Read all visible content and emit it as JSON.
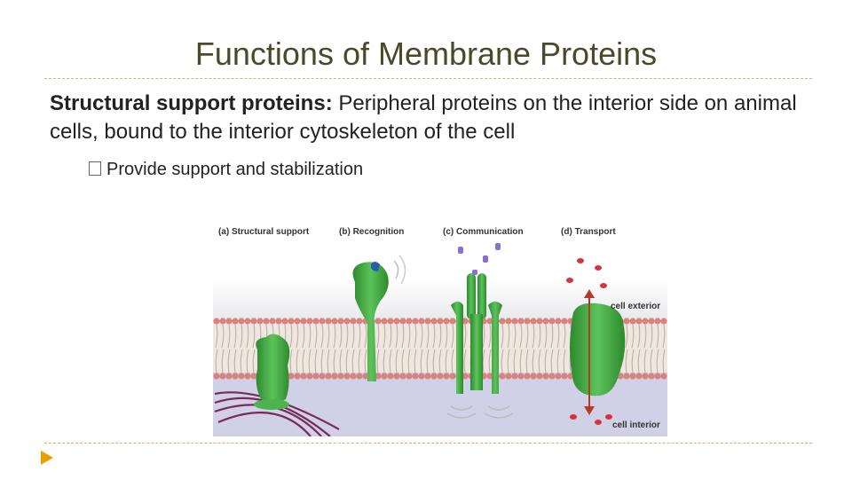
{
  "slide": {
    "title": "Functions of Membrane Proteins",
    "paragraph": {
      "bold_term": "Structural support proteins:",
      "text": " Peripheral proteins on the interior side on animal cells, bound to the interior cytoskeleton of the cell"
    },
    "bullets": [
      {
        "icon": "checkbox-glyph-icon",
        "text": "Provide support and stabilization"
      }
    ]
  },
  "figure": {
    "panel_labels": [
      {
        "letter": "(a)",
        "label": "Structural support"
      },
      {
        "letter": "(b)",
        "label": "Recognition"
      },
      {
        "letter": "(c)",
        "label": "Communication"
      },
      {
        "letter": "(d)",
        "label": "Transport"
      }
    ],
    "cell_exterior_label": "cell exterior",
    "cell_interior_label": "cell interior"
  },
  "colors": {
    "title": "#4a4a2a",
    "rule": "#c8b870",
    "accent_triangle": "#e7a100",
    "protein_green": "#3aa53a",
    "lipid_head": "#d9837e",
    "cytoskeleton": "#7a2a5a",
    "ions": "#d8323a"
  }
}
